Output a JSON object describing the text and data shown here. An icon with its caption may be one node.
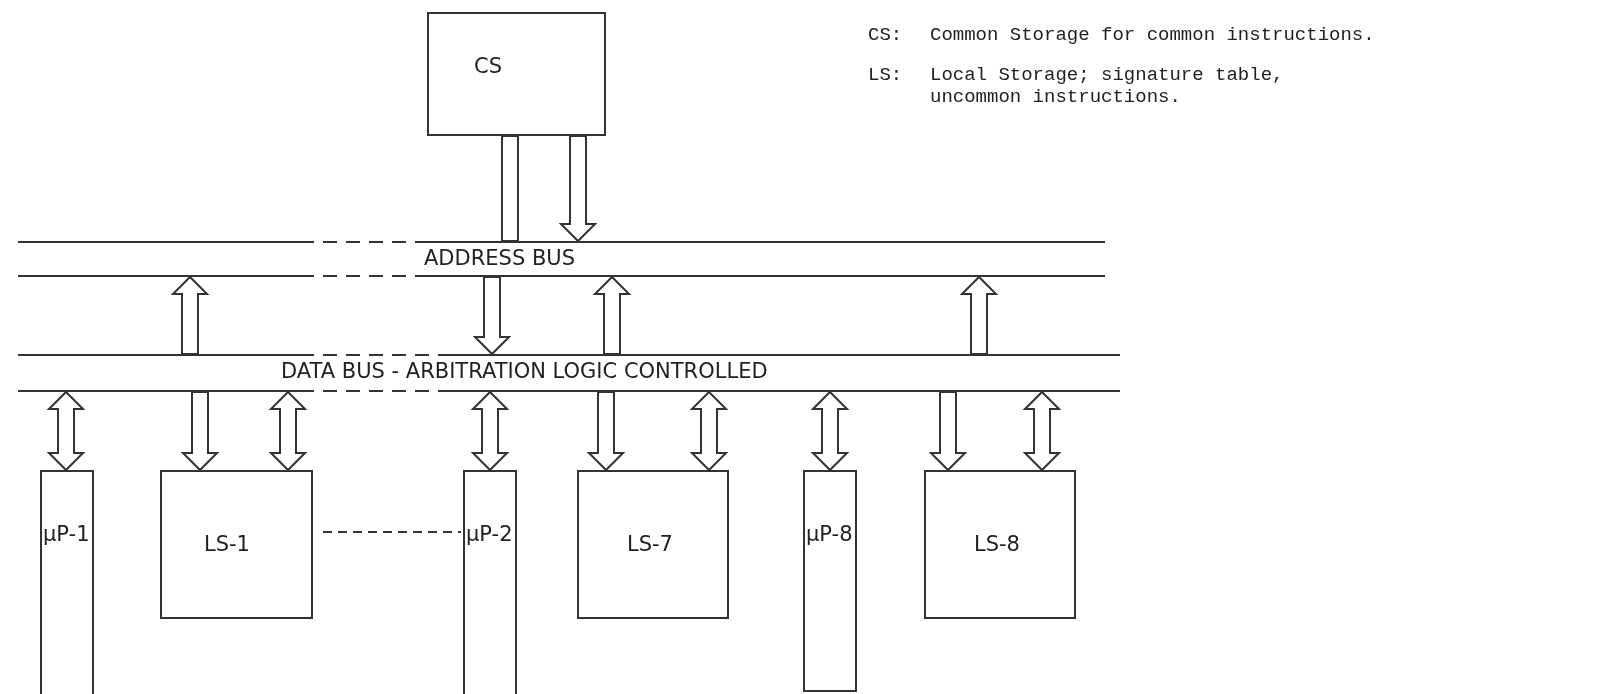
{
  "diagram": {
    "nodes": [
      {
        "text": [
          "CS"
        ]
      },
      {
        "text": [
          "ADDRESS BUS"
        ]
      },
      {
        "text": [
          "DATA BUS - ARBITRATION LOGIC CONTROLLED"
        ]
      },
      {
        "text": [
          "μP-1"
        ]
      },
      {
        "text": [
          "LS-1"
        ]
      },
      {
        "text": [
          "μP-2"
        ]
      },
      {
        "text": [
          "LS-7"
        ]
      },
      {
        "text": [
          "μP-8"
        ]
      },
      {
        "text": [
          "LS-8"
        ]
      }
    ],
    "edges": [
      {
        "from": 0,
        "to": 1,
        "arrow": "none"
      },
      {
        "from": 1,
        "to": 2,
        "arrow": "to"
      },
      {
        "from": 0,
        "to": 1,
        "arrow": "to"
      },
      {
        "from": 2,
        "to": 1,
        "arrow": "to"
      },
      {
        "from": 2,
        "to": 1,
        "arrow": "to"
      },
      {
        "from": 2,
        "to": 1,
        "arrow": "to"
      },
      {
        "from": 2,
        "to": 3,
        "arrow": "both"
      },
      {
        "from": 2,
        "to": 4,
        "arrow": "to"
      },
      {
        "from": 2,
        "to": 4,
        "arrow": "both"
      },
      {
        "from": 2,
        "to": 5,
        "arrow": "both"
      },
      {
        "from": 2,
        "to": 6,
        "arrow": "to"
      },
      {
        "from": 2,
        "to": 6,
        "arrow": "both"
      },
      {
        "from": 2,
        "to": 7,
        "arrow": "both"
      },
      {
        "from": 2,
        "to": 8,
        "arrow": "to"
      },
      {
        "from": 2,
        "to": 8,
        "arrow": "both"
      },
      {
        "from": 4,
        "to": 5,
        "arrow": "none",
        "style": "dashed"
      }
    ],
    "labels": [
      "CS:",
      "Common Storage for common instructions.",
      "LS:",
      "Local Storage; signature table, uncommon instructions."
    ]
  }
}
